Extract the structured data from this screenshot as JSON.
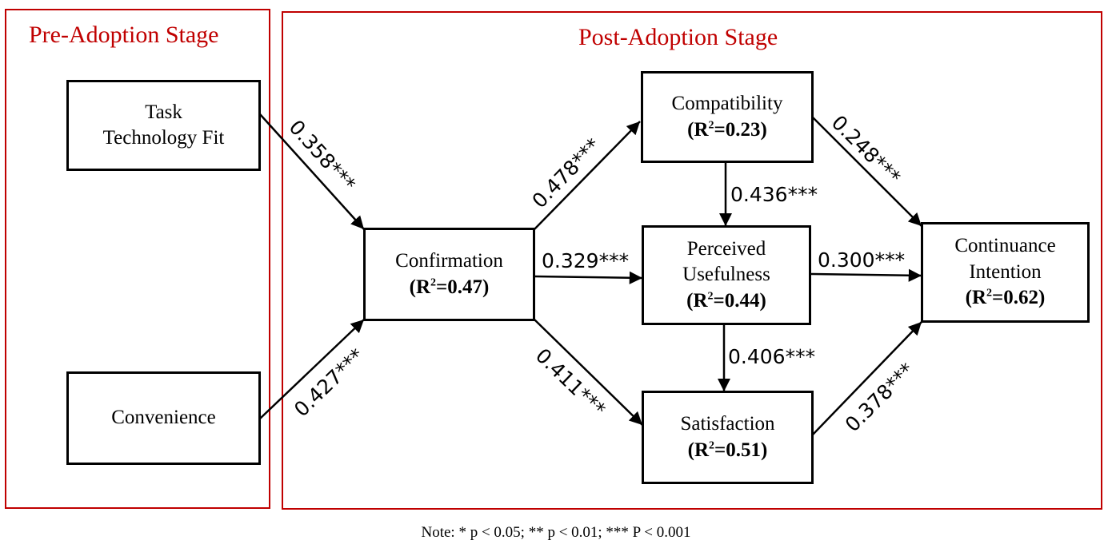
{
  "stages": {
    "pre_title": "Pre-Adoption Stage",
    "post_title": "Post-Adoption Stage"
  },
  "nodes": {
    "ttf": {
      "line1": "Task",
      "line2": "Technology Fit"
    },
    "convenience": {
      "label": "Convenience"
    },
    "confirmation": {
      "label": "Confirmation",
      "r2": "0.47"
    },
    "compatibility": {
      "label": "Compatibility",
      "r2": "0.23"
    },
    "usefulness": {
      "line1": "Perceived",
      "line2": "Usefulness",
      "r2": "0.44"
    },
    "satisfaction": {
      "label": "Satisfaction",
      "r2": "0.51"
    },
    "continuance": {
      "line1": "Continuance",
      "line2": "Intention",
      "r2": "0.62"
    }
  },
  "r2_prefix": "(R",
  "r2_eq": "=",
  "r2_suffix": ")",
  "r2_sup": "2",
  "paths": {
    "ttf_conf": "0.358***",
    "conv_conf": "0.427***",
    "conf_comp": "0.478***",
    "conf_pu": "0.329***",
    "conf_sat": "0.411***",
    "comp_pu": "0.436***",
    "pu_sat": "0.406***",
    "comp_ci": "0.248***",
    "pu_ci": "0.300***",
    "sat_ci": "0.378***"
  },
  "note": "Note: * p < 0.05; ** p < 0.01; *** P < 0.001"
}
